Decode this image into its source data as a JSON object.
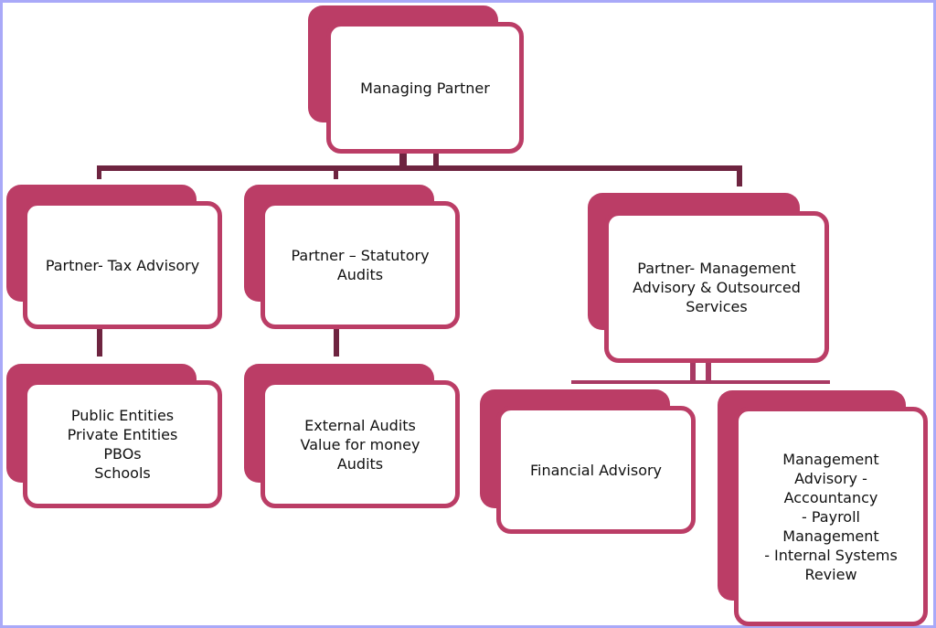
{
  "diagram": {
    "root": {
      "label": "Managing Partner"
    },
    "partners": [
      {
        "label": "Partner- Tax  Advisory",
        "children": [
          {
            "label": "Public Entities\nPrivate Entities\nPBOs\nSchools"
          }
        ]
      },
      {
        "label": "Partner – Statutory\nAudits",
        "children": [
          {
            "label": "External Audits\nValue for money\nAudits"
          }
        ]
      },
      {
        "label": "Partner- Management\nAdvisory  &  Outsourced\nServices",
        "children": [
          {
            "label": "Financial Advisory"
          },
          {
            "label": "Management\nAdvisory -\nAccountancy\n- Payroll\nManagement\n- Internal Systems\nReview"
          }
        ]
      }
    ]
  },
  "colors": {
    "box_fill": "#bb3d66",
    "connector": "#6e2440",
    "frame": "#a9a9f8",
    "text": "#111111"
  }
}
